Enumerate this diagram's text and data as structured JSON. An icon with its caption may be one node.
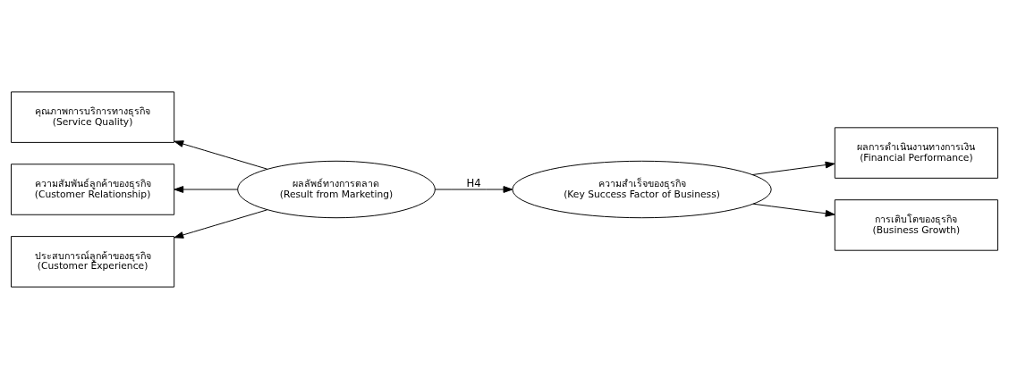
{
  "diagram": {
    "nodes": [
      {
        "text": [
          "คุณภาพการบริการทางธุรกิจ (Service Quality)"
        ]
      },
      {
        "text": [
          "ความสัมพันธ์ลูกค้าของธุรกิจ (Customer Relationship)"
        ]
      },
      {
        "text": [
          "ประสบการณ์ลูกค้าของธุรกิจ (Customer Experience)"
        ]
      },
      {
        "text": [
          "ผลลัพธ์ทางการตลาด (Result from Marketing)"
        ]
      },
      {
        "text": [
          "ความสำเร็จของธุรกิจ (Key Success Factor of Business)"
        ]
      },
      {
        "text": [
          "ผลการดำเนินงานทางการเงิน (Financial Performance)"
        ]
      },
      {
        "text": [
          "การเติบโตของธุรกิจ (Business Growth)"
        ]
      }
    ],
    "edges": [
      {
        "from": 3,
        "to": 0,
        "arrow": "to"
      },
      {
        "from": 3,
        "to": 1,
        "arrow": "to"
      },
      {
        "from": 3,
        "to": 2,
        "arrow": "to"
      },
      {
        "from": 3,
        "to": 4,
        "arrow": "to",
        "label": "H4"
      },
      {
        "from": 4,
        "to": 5,
        "arrow": "to"
      },
      {
        "from": 4,
        "to": 6,
        "arrow": "to"
      }
    ]
  }
}
